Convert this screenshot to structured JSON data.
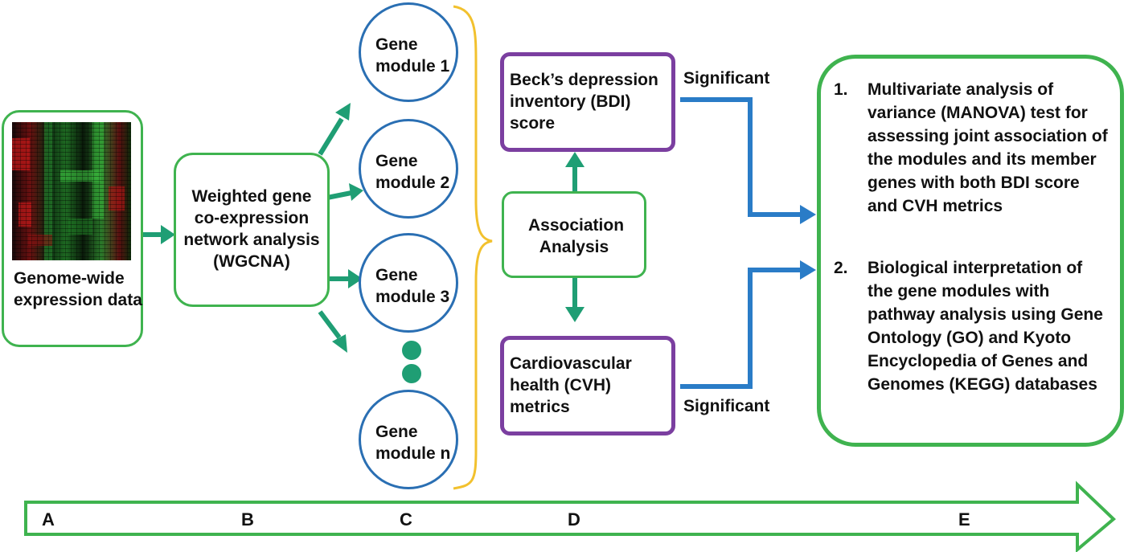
{
  "nodes": {
    "genome": {
      "label": "Genome-wide expression data"
    },
    "wgcna": {
      "label": "Weighted gene co-expression network analysis (WGCNA)"
    },
    "modules": [
      {
        "label": "Gene module 1"
      },
      {
        "label": "Gene module 2"
      },
      {
        "label": "Gene module 3"
      },
      {
        "label": "Gene module n"
      }
    ],
    "association": {
      "label": "Association Analysis"
    },
    "bdi": {
      "label": "Beck’s depression inventory (BDI) score"
    },
    "cvh": {
      "label": "Cardiovascular health (CVH) metrics"
    },
    "results": {
      "items": [
        {
          "num": "1.",
          "text": "Multivariate analysis of variance (MANOVA) test for assessing joint association of the modules and its member genes with both BDI score and CVH metrics"
        },
        {
          "num": "2.",
          "text": "Biological interpretation of the gene modules with pathway analysis using Gene Ontology (GO) and Kyoto Encyclopedia of Genes and Genomes (KEGG) databases"
        }
      ]
    }
  },
  "edge_labels": {
    "significant_top": "Significant",
    "significant_bottom": "Significant"
  },
  "timeline": {
    "stages": [
      "A",
      "B",
      "C",
      "D",
      "E"
    ]
  },
  "colors": {
    "green": "#3fb34f",
    "arrow_green": "#1f9e74",
    "purple": "#7b3fa0",
    "blue": "#2a7cc7",
    "brace": "#f2c12e",
    "circle": "#2a6fb3"
  }
}
